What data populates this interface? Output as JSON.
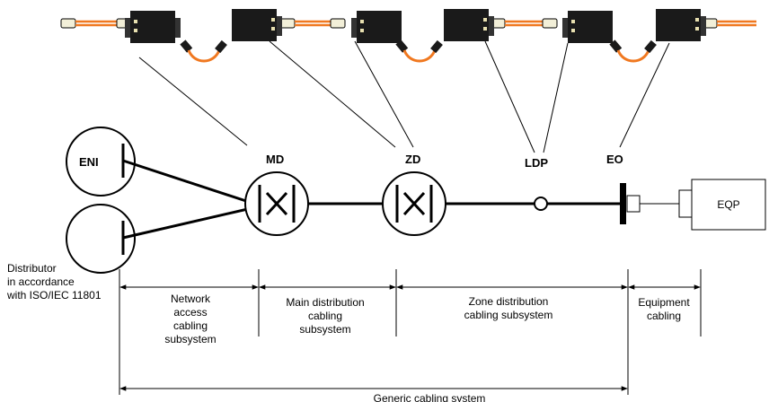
{
  "nodes": {
    "eni": "ENI",
    "md": "MD",
    "zd": "ZD",
    "ldp": "LDP",
    "eo": "EO",
    "eqp": "EQP"
  },
  "distributor_note": [
    "Distributor",
    "in accordance",
    "with ISO/IEC 11801"
  ],
  "subsystems": {
    "network_access": [
      "Network",
      "access",
      "cabling",
      "subsystem"
    ],
    "main_distribution": [
      "Main distribution",
      "cabling",
      "subsystem"
    ],
    "zone_distribution": [
      "Zone distribution",
      "cabling subsystem"
    ],
    "equipment": [
      "Equipment",
      "cabling"
    ]
  },
  "generic": "Generic cabling system",
  "colors": {
    "line": "#000000",
    "cable": "#f07820",
    "connector_body": "#1a1a1a",
    "plug_fill": "#f2efd8"
  },
  "icons": [
    "connector-block-icon",
    "patch-cord-icon",
    "fiber-plug-icon"
  ]
}
